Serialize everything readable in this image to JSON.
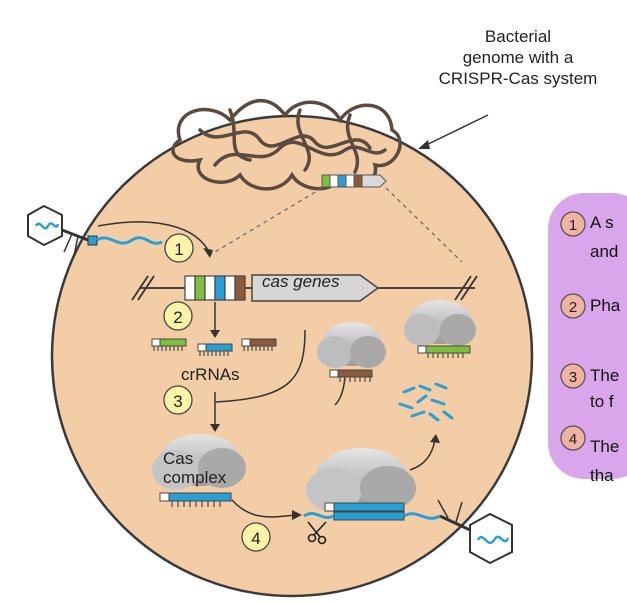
{
  "labels": {
    "genome_line1": "Bacterial",
    "genome_line2": "genome with a",
    "genome_line3": "CRISPR-Cas system",
    "cas_genes": "cas genes",
    "crrnas": "crRNAs",
    "cas_complex_line1": "Cas",
    "cas_complex_line2": "complex"
  },
  "steps": [
    "1",
    "2",
    "3",
    "4"
  ],
  "side_panel": {
    "items": [
      {
        "number": "1",
        "line1": "A s",
        "line2": "and"
      },
      {
        "number": "2",
        "line1": "Pha",
        "line2": ""
      },
      {
        "number": "3",
        "line1": "The",
        "line2": "to f"
      },
      {
        "number": "4",
        "line1": "The",
        "line2": "tha"
      }
    ]
  },
  "colors": {
    "cell_fill": "#f3cda6",
    "cell_stroke": "#3a3a3a",
    "step_badge": "#fbf4a8",
    "side_panel": "#d9a6ec",
    "side_badge": "#f0b3a3",
    "dna_blue": "#2a9fd6",
    "protein_gray": "#b8b8b8",
    "crrna_green": "#7fbf3f",
    "crrna_brown": "#8b5a3a"
  }
}
